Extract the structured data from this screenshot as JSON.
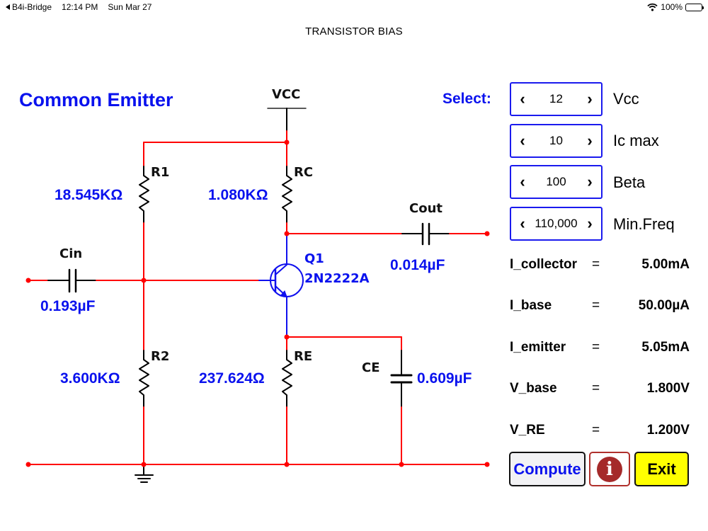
{
  "status_bar": {
    "back_app": "B4i-Bridge",
    "time": "12:14 PM",
    "date": "Sun Mar 27",
    "battery": "100%",
    "icons": [
      "back-triangle-icon",
      "wifi-icon",
      "battery-icon"
    ]
  },
  "nav": {
    "title": "TRANSISTOR BIAS"
  },
  "circuit": {
    "title": "Common Emitter",
    "supply_label": "VCC",
    "transistor": {
      "ref": "Q1",
      "part": "2N2222A"
    },
    "components": {
      "R1": {
        "label": "R1",
        "value": "18.545KΩ"
      },
      "RC": {
        "label": "RC",
        "value": "1.080KΩ"
      },
      "R2": {
        "label": "R2",
        "value": "3.600KΩ"
      },
      "RE": {
        "label": "RE",
        "value": "237.624Ω"
      },
      "Cin": {
        "label": "Cin",
        "value": "0.193µF"
      },
      "Cout": {
        "label": "Cout",
        "value": "0.014µF"
      },
      "CE": {
        "label": "CE",
        "value": "0.609µF"
      }
    },
    "colors": {
      "wire": "#ff0000",
      "component": "#000000",
      "transistor": "#1010ee",
      "value_text": "#0a12ee"
    }
  },
  "controls": {
    "select_label": "Select:",
    "steppers": [
      {
        "name": "vcc",
        "value": "12",
        "label": "Vcc"
      },
      {
        "name": "ic-max",
        "value": "10",
        "label": "Ic max"
      },
      {
        "name": "beta",
        "value": "100",
        "label": "Beta"
      },
      {
        "name": "min-freq",
        "value": "110,000",
        "label": "Min.Freq"
      }
    ],
    "prev_glyph": "‹",
    "next_glyph": "›"
  },
  "results": [
    {
      "key": "I_collector",
      "eq": "=",
      "value": "5.00mA"
    },
    {
      "key": "I_base",
      "eq": "=",
      "value": "50.00µA"
    },
    {
      "key": "I_emitter",
      "eq": "=",
      "value": "5.05mA"
    },
    {
      "key": "V_base",
      "eq": "=",
      "value": "1.800V"
    },
    {
      "key": "V_RE",
      "eq": "=",
      "value": "1.200V"
    }
  ],
  "buttons": {
    "compute": "Compute",
    "info_glyph": "i",
    "exit": "Exit",
    "colors": {
      "compute_text": "#0a12ee",
      "info_bg": "#a52a2a",
      "exit_bg": "#ffff00"
    }
  }
}
